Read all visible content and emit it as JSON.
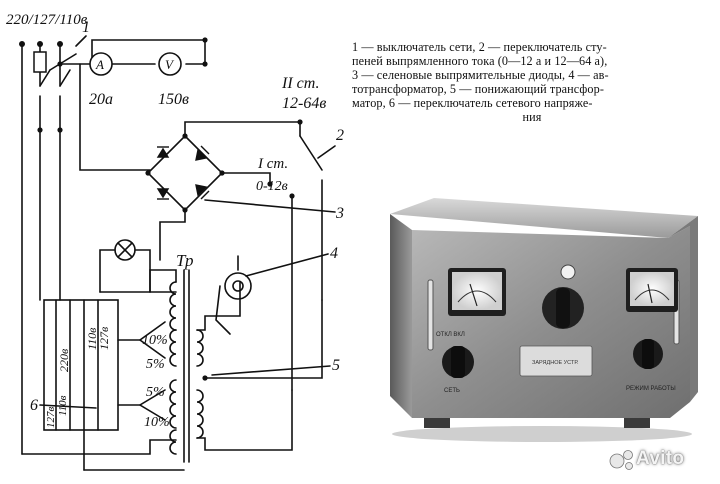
{
  "schematic": {
    "input_voltage": "220/127/110в",
    "ammeter_symbol": "A",
    "ammeter_range": "20а",
    "voltmeter_symbol": "V",
    "voltmeter_range": "150в",
    "stage2": "II ст.",
    "stage2_range": "12-64в",
    "stage1": "I ст.",
    "stage1_range": "0-12в",
    "transformer": "Тр",
    "tap_10a": "10%",
    "tap_5a": "5%",
    "tap_5b": "5%",
    "tap_10b": "10%",
    "v220": "220в",
    "v127": "127в",
    "v110": "110в",
    "v110b": "110в",
    "v127b": "127в",
    "callout_1": "1",
    "callout_2": "2",
    "callout_3": "3",
    "callout_4": "4",
    "callout_5": "5",
    "callout_6": "6"
  },
  "caption": {
    "line1": "1 — выключатель сети, 2 — переключатель сту-",
    "line2": "пеней выпрямленного тока (0—12 а и 12—64 а),",
    "line3": "3 — селеновые выпрямительные диоды, 4 — ав-",
    "line4": "тотрансформатор, 5 — понижающий трансфор-",
    "line5": "матор, 6 — переключатель сетевого напряже-",
    "line6": "ния"
  },
  "photo_device": {
    "left_panel_label": "ОТКЛ  ВКЛ",
    "network_label": "СЕТЬ",
    "nameplate": "ЗАРЯДНОЕ УСТР.",
    "right_panel_label": "РЕЖИМ РАБОТЫ"
  },
  "watermark": "Avito"
}
